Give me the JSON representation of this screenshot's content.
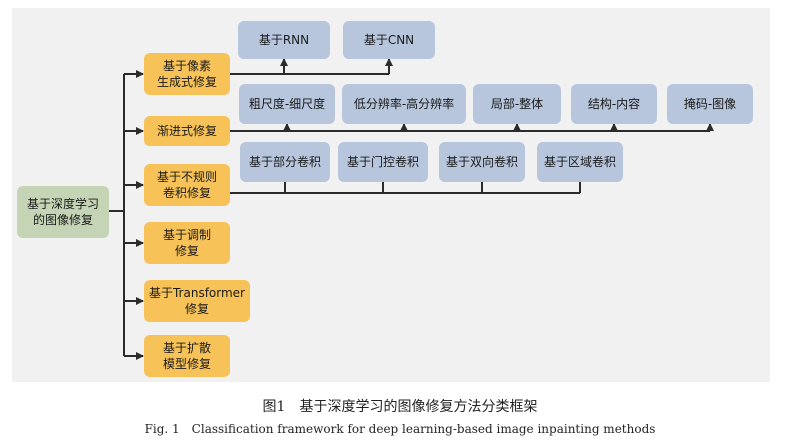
{
  "diagram": {
    "root": "基于深度学习\n的图像修复",
    "methods": [
      "基于像素\n生成式修复",
      "渐进式修复",
      "基于不规则\n卷积修复",
      "基于调制\n修复",
      "基于Transformer\n修复",
      "基于扩散\n模型修复"
    ],
    "pixel_sub": [
      "基于RNN",
      "基于CNN"
    ],
    "progressive_sub": [
      "粗尺度-细尺度",
      "低分辨率-高分辨率",
      "局部-整体",
      "结构-内容",
      "掩码-图像"
    ],
    "irregular_sub": [
      "基于部分卷积",
      "基于门控卷积",
      "基于双向卷积",
      "基于区域卷积"
    ]
  },
  "caption": {
    "cn": "图1　基于深度学习的图像修复方法分类框架",
    "en": "Fig. 1　Classification framework for deep learning-based image inpainting methods"
  },
  "colors": {
    "root": "#c4d4b4",
    "method": "#f7c258",
    "sub": "#b7c6dc",
    "line": "#2b2b2b"
  }
}
